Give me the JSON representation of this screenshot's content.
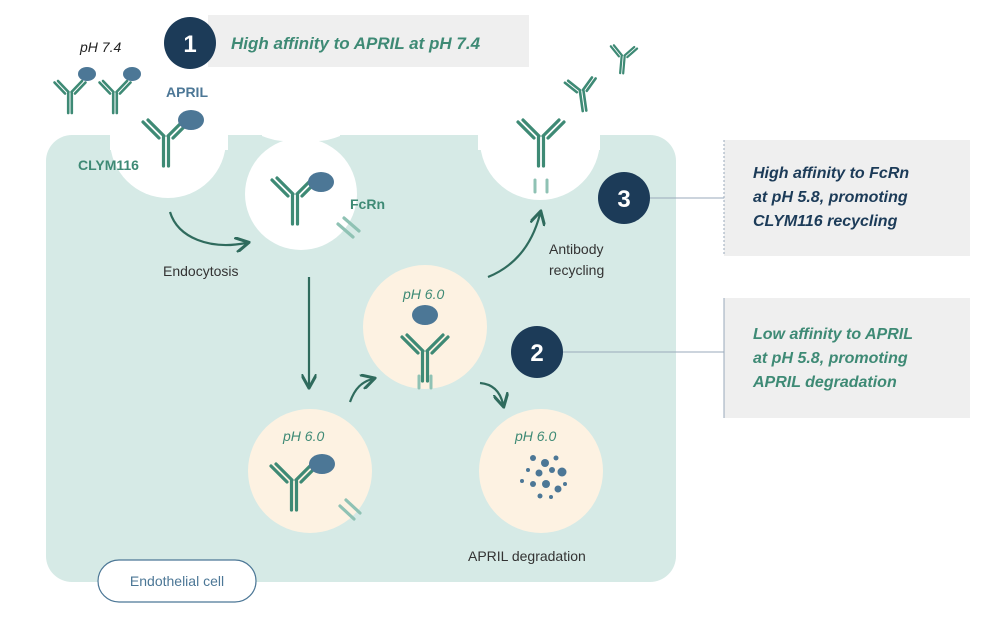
{
  "colors": {
    "cell": "#d6eae6",
    "vesicle_light": "#fdf2e2",
    "antibody": "#3e8a75",
    "antigen": "#4c7796",
    "navy": "#1c3b58",
    "box_bg": "#efefef",
    "arrow": "#2f6b5d"
  },
  "labels": {
    "ph_outside": "pH 7.4",
    "april": "APRIL",
    "antibody_name": "CLYM116",
    "fcrn": "FcRn",
    "endocytosis": "Endocytosis",
    "ph_vesicle_top": "pH 6.0",
    "ph_vesicle_left": "pH 6.0",
    "ph_vesicle_right": "pH 6.0",
    "recycling_line1": "Antibody",
    "recycling_line2": "recycling",
    "degradation": "APRIL degradation",
    "cell_label": "Endothelial cell"
  },
  "steps": [
    {
      "number": "1",
      "lines": [
        "High affinity to APRIL at pH 7.4"
      ]
    },
    {
      "number": "2",
      "lines": [
        "Low affinity to APRIL",
        "at pH 5.8, promoting",
        "APRIL degradation"
      ]
    },
    {
      "number": "3",
      "lines": [
        "High affinity to FcRn",
        "at pH 5.8, promoting",
        "CLYM116 recycling"
      ]
    }
  ]
}
